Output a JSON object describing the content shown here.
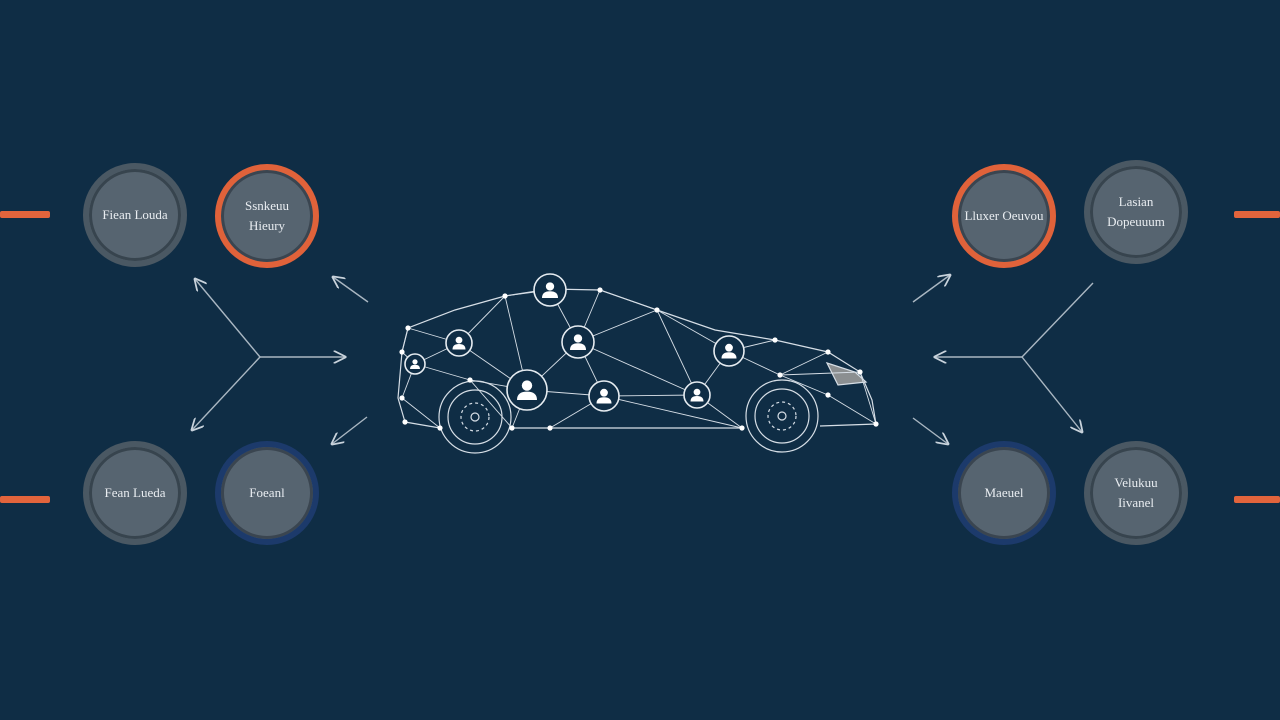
{
  "colors": {
    "background": "#0f2d45",
    "orange_accent": "#e2643c",
    "blue_accent": "#1c3a6b",
    "node_fill": "#566470",
    "line": "#c9d3dc"
  },
  "nodes": {
    "top_left_outer": {
      "label": "Fiean Louda",
      "ring": "gray"
    },
    "top_left_inner": {
      "label": "Ssnkeuu Hieury",
      "ring": "orange"
    },
    "bottom_left_outer": {
      "label": "Fean Lueda",
      "ring": "gray"
    },
    "bottom_left_inner": {
      "label": "Foeanl",
      "ring": "blue"
    },
    "top_right_inner": {
      "label": "Lluxer Oeuvou",
      "ring": "orange"
    },
    "top_right_outer": {
      "label": "Lasian Dopeuuum",
      "ring": "gray"
    },
    "bottom_right_inner": {
      "label": "Maeuel",
      "ring": "blue"
    },
    "bottom_right_outer": {
      "label": "Velukuu Iivanel",
      "ring": "gray"
    }
  },
  "car": {
    "icon": "connected-car-network-icon",
    "person_icon": "person-icon"
  }
}
